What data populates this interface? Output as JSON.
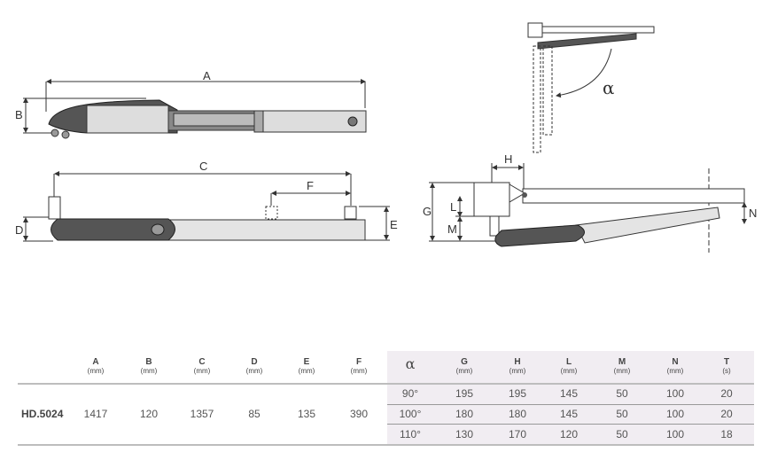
{
  "labels": {
    "A": "A",
    "B": "B",
    "C": "C",
    "D": "D",
    "E": "E",
    "F": "F",
    "G": "G",
    "H": "H",
    "L": "L",
    "M": "M",
    "N": "N",
    "alpha": "α"
  },
  "table": {
    "headers": [
      {
        "name": "A",
        "unit": "(mm)"
      },
      {
        "name": "B",
        "unit": "(mm)"
      },
      {
        "name": "C",
        "unit": "(mm)"
      },
      {
        "name": "D",
        "unit": "(mm)"
      },
      {
        "name": "E",
        "unit": "(mm)"
      },
      {
        "name": "F",
        "unit": "(mm)"
      },
      {
        "name": "α",
        "unit": ""
      },
      {
        "name": "G",
        "unit": "(mm)"
      },
      {
        "name": "H",
        "unit": "(mm)"
      },
      {
        "name": "L",
        "unit": "(mm)"
      },
      {
        "name": "M",
        "unit": "(mm)"
      },
      {
        "name": "N",
        "unit": "(mm)"
      },
      {
        "name": "T",
        "unit": "(s)"
      }
    ],
    "model": "HD.5024",
    "fixed": [
      "1417",
      "120",
      "1357",
      "85",
      "135",
      "390"
    ],
    "rows": [
      [
        "90°",
        "195",
        "195",
        "145",
        "50",
        "100",
        "20"
      ],
      [
        "100°",
        "180",
        "180",
        "145",
        "50",
        "100",
        "20"
      ],
      [
        "110°",
        "130",
        "170",
        "120",
        "50",
        "100",
        "18"
      ]
    ]
  }
}
